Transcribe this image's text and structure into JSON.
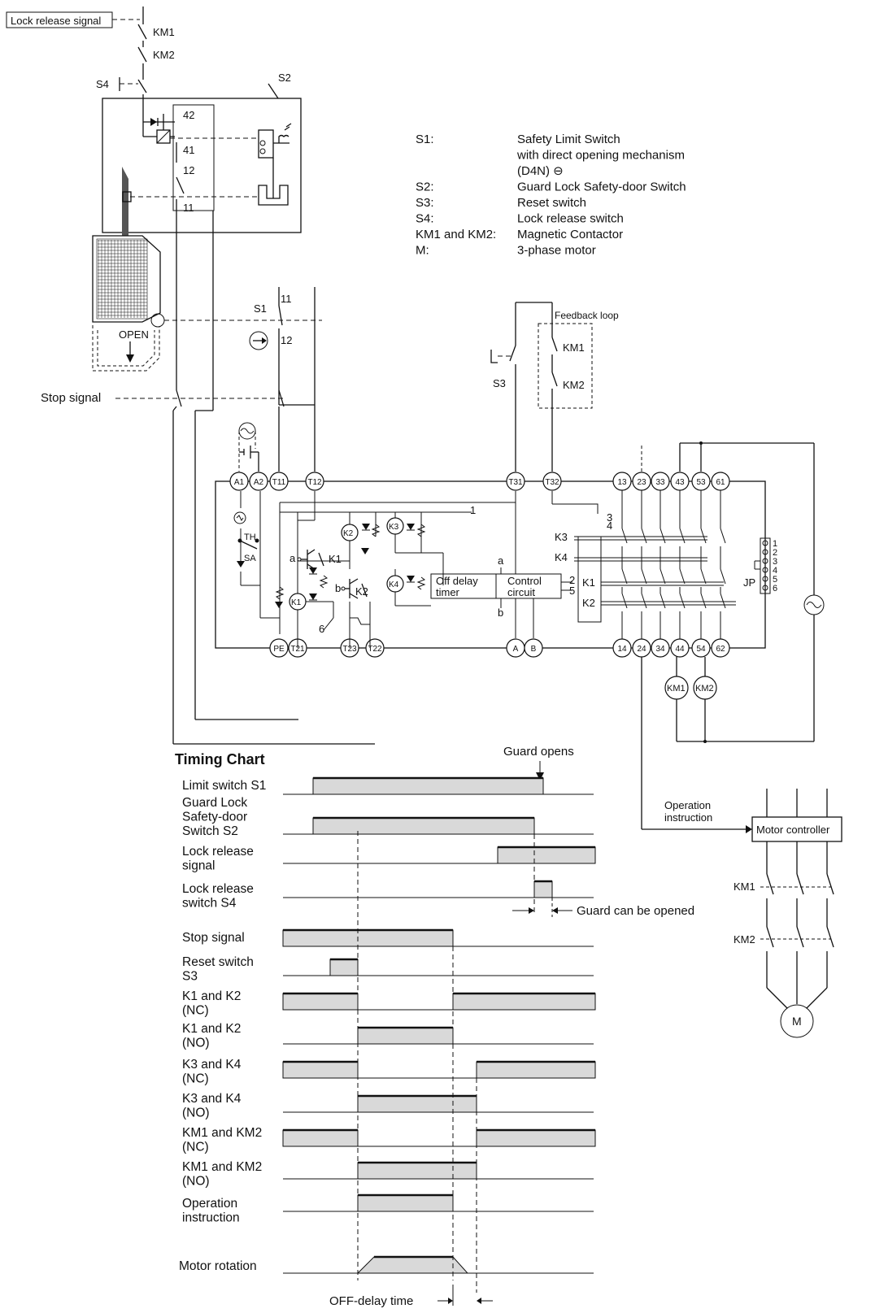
{
  "labels": {
    "lock_release_signal": "Lock release signal",
    "km1": "KM1",
    "km2": "KM2",
    "s4": "S4",
    "s2": "S2",
    "s1": "S1",
    "s3": "S3",
    "stop_signal": "Stop signal",
    "open": "OPEN",
    "feedback_loop": "Feedback loop",
    "n42": "42",
    "n41": "41",
    "n12": "12",
    "n11": "11",
    "s1_11": "11",
    "s1_12": "12",
    "th": "TH",
    "sa": "SA",
    "off_delay_timer_1": "Off delay",
    "off_delay_timer_2": "timer",
    "control_circuit_1": "Control",
    "control_circuit_2": "circuit",
    "jp": "JP",
    "motor": "M",
    "motor_controller": "Motor controller",
    "operation_instruction_1": "Operation",
    "operation_instruction_2": "instruction",
    "k1": "K1",
    "k2": "K2",
    "k3": "K3",
    "k4": "K4",
    "terminals_top": [
      "A1",
      "A2",
      "T11",
      "T12",
      "T31",
      "T32",
      "13",
      "23",
      "33",
      "43",
      "53",
      "61"
    ],
    "terminals_bottom": [
      "PE",
      "T21",
      "T23",
      "T22",
      "A",
      "B",
      "14",
      "24",
      "34",
      "44",
      "54",
      "62"
    ],
    "jp_nums": [
      "1",
      "2",
      "3",
      "4",
      "5",
      "6"
    ],
    "wire_nums": [
      "1",
      "2",
      "3",
      "4",
      "5",
      "6"
    ],
    "coil_km1": "KM1",
    "coil_km2": "KM2",
    "a": "a",
    "b": "b"
  },
  "legend": [
    {
      "key": "S1:",
      "lines": [
        "Safety Limit Switch",
        "with direct opening mechanism",
        "(D4N) ⊖"
      ]
    },
    {
      "key": "S2:",
      "lines": [
        "Guard Lock Safety-door Switch"
      ]
    },
    {
      "key": "S3:",
      "lines": [
        "Reset switch"
      ]
    },
    {
      "key": "S4:",
      "lines": [
        "Lock release switch"
      ]
    },
    {
      "key": "KM1 and KM2:",
      "lines": [
        "Magnetic Contactor"
      ]
    },
    {
      "key": "M:",
      "lines": [
        "3-phase motor"
      ]
    }
  ],
  "timing": {
    "title": "Timing Chart",
    "guard_opens": "Guard opens",
    "guard_can_be_opened": "Guard can be opened",
    "off_delay_time": "OFF-delay time",
    "signals": [
      {
        "label": [
          "Limit switch S1"
        ]
      },
      {
        "label": [
          "Guard Lock",
          "Safety-door",
          "Switch S2"
        ]
      },
      {
        "label": [
          "Lock release",
          "signal"
        ]
      },
      {
        "label": [
          "Lock release",
          "switch S4"
        ]
      },
      {
        "label": [
          "Stop signal"
        ]
      },
      {
        "label": [
          "Reset switch",
          "S3"
        ]
      },
      {
        "label": [
          "K1 and K2",
          "(NC)"
        ]
      },
      {
        "label": [
          "K1 and K2",
          "(NO)"
        ]
      },
      {
        "label": [
          "K3 and K4",
          "(NC)"
        ]
      },
      {
        "label": [
          "K3 and K4",
          "(NO)"
        ]
      },
      {
        "label": [
          "KM1 and KM2",
          "(NC)"
        ]
      },
      {
        "label": [
          "KM1 and KM2",
          "(NO)"
        ]
      },
      {
        "label": [
          "Operation",
          "instruction"
        ]
      },
      {
        "label": [
          "Motor rotation"
        ]
      }
    ]
  }
}
